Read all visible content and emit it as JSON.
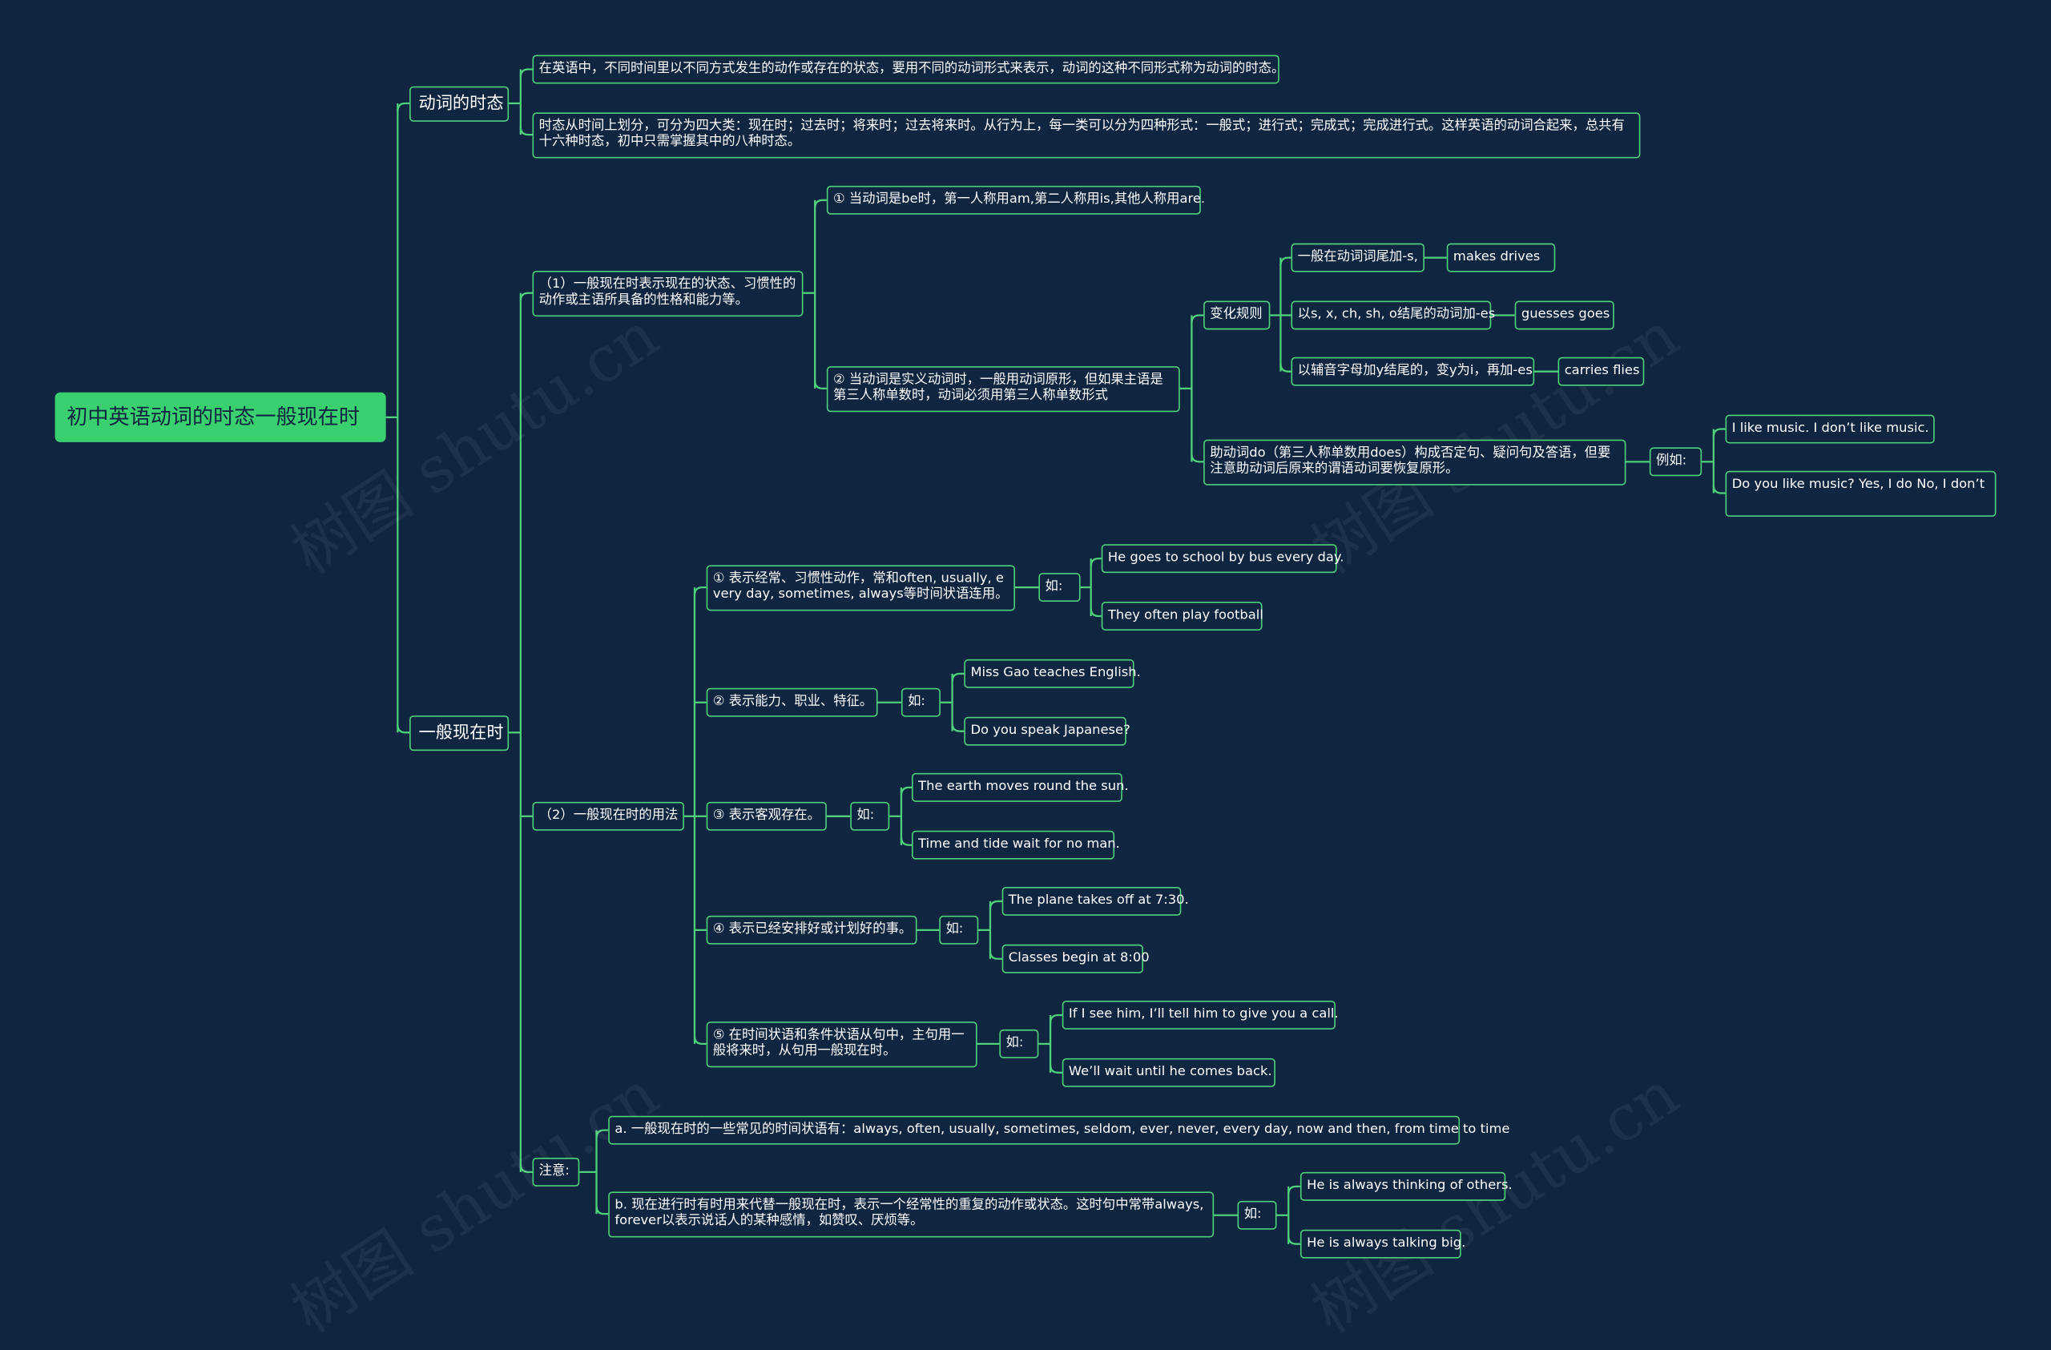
{
  "colors": {
    "background": "#0f2540",
    "line": "#4fd07b",
    "root_fill": "#3ad06f",
    "text": "#ffffff"
  },
  "root": "初中英语动词的时态一般现在时",
  "watermark": "树图 shutu.cn",
  "tense": {
    "label": "动词的时态",
    "d1": "在英语中，不同时间里以不同方式发生的动作或存在的状态，要用不同的动词形式来表示，动词的这种不同形式称为动词的时态。",
    "d2": "时态从时间上划分，可分为四大类：现在时；过去时；将来时；过去将来时。从行为上，每一类可以分为四种形式：一般式；进行式；完成式；完成进行式。这样英语的动词合起来，总共有十六种时态，初中只需掌握其中的八种时态。"
  },
  "present": {
    "label": "一般现在时",
    "def": {
      "label": "（1）一般现在时表示现在的状态、习惯性的动作或主语所具备的性格和能力等。",
      "be": "① 当动词是be时，第一人称用am,第二人称用is,其他人称用are.",
      "verb": "② 当动词是实义动词时，一般用动词原形，但如果主语是第三人称单数时，动词必须用第三人称单数形式",
      "rules": {
        "label": "变化规则",
        "r1": "一般在动词词尾加-s,",
        "r1e": "makes  drives",
        "r2": "以s, x, ch, sh, o结尾的动词加-es",
        "r2e": "guesses  goes",
        "r3": "以辅音字母加y结尾的，变y为i，再加-es",
        "r3e": "carries  flies"
      },
      "aux": {
        "label": "助动词do（第三人称单数用does）构成否定句、疑问句及答语，但要注意助动词后原来的谓语动词要恢复原形。",
        "eg": "例如:",
        "e1": "I like music.  I don’t like music.",
        "e2": "Do you like music?  Yes, I do  No, I don’t"
      }
    },
    "usage": {
      "label": "（2）一般现在时的用法",
      "ru": "如:",
      "u1": {
        "label": "① 表示经常、习惯性动作，常和often, usually, every day, sometimes, always等时间状语连用。",
        "e1": "He goes to school by bus every day.",
        "e2": "They often play football"
      },
      "u2": {
        "label": "② 表示能力、职业、特征。",
        "e1": "Miss Gao teaches English.",
        "e2": "Do you speak Japanese?"
      },
      "u3": {
        "label": "③ 表示客观存在。",
        "e1": "The earth moves round the sun.",
        "e2": "Time and tide wait for no man."
      },
      "u4": {
        "label": "④ 表示已经安排好或计划好的事。",
        "e1": "The plane takes off at 7:30.",
        "e2": "Classes begin at 8:00"
      },
      "u5": {
        "label": "⑤ 在时间状语和条件状语从句中，主句用一般将来时，从句用一般现在时。",
        "e1": "If I see him, I’ll tell him to give you a call.",
        "e2": "We’ll wait until he comes back."
      }
    },
    "note": {
      "label": "注意:",
      "a": "a. 一般现在时的一些常见的时间状语有：always, often, usually, sometimes, seldom, ever, never, every day, now and then, from time to time",
      "b": "b. 现在进行时有时用来代替一般现在时，表示一个经常性的重复的动作或状态。这时句中常带always, forever以表示说话人的某种感情，如赞叹、厌烦等。",
      "ru": "如:",
      "e1": "He is always thinking of others.",
      "e2": "He is always talking big."
    }
  }
}
